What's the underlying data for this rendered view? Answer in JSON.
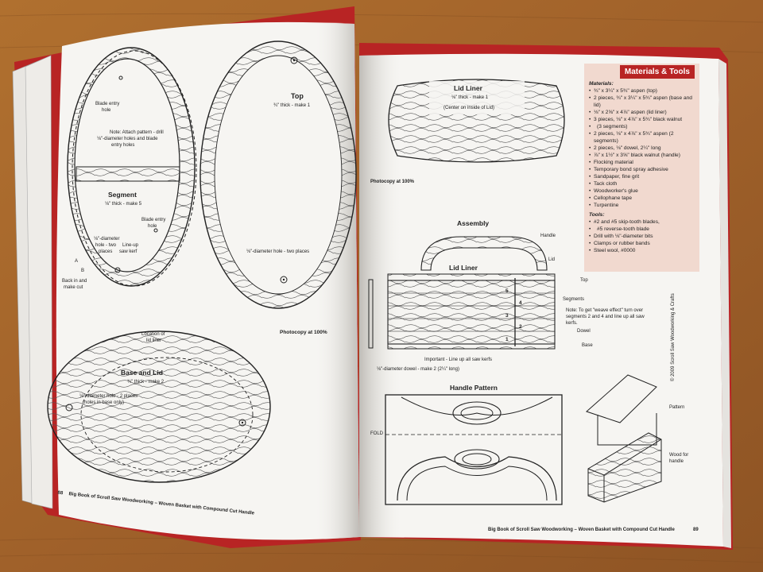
{
  "left_page": {
    "segment_notes": {
      "blade_entry_1": [
        "Blade entry",
        "hole"
      ],
      "note": [
        "Note: Attach pattern - drill",
        "⅛\"-diameter holes and blade",
        "entry holes"
      ],
      "title": "Segment",
      "sub": "⅛\" thick - make 5",
      "blade_entry_2": [
        "Blade entry",
        "hole"
      ],
      "hole_two": [
        "⅛\"-diameter",
        "hole - two",
        "places"
      ],
      "lineup": [
        "Line-up",
        "saw kerf"
      ],
      "back_in": [
        "Back in and",
        "make cut"
      ],
      "letter_a": "A",
      "letter_b": "B"
    },
    "top": {
      "title": "Top",
      "sub": "¾\" thick - make 1",
      "hole_note": "⅛\"-diameter hole - two places",
      "photocopy": "Photocopy at 100%"
    },
    "base": {
      "title": "Base and Lid",
      "sub": "¾\" thick - make 2",
      "location": [
        "Location of",
        "lid liner"
      ],
      "hole_note": [
        "⅛\"-diameter hole - 2 places",
        "(holes in base only)"
      ]
    },
    "footer": {
      "page": "88",
      "text": "Big Book of Scroll Saw Woodworking – Woven Basket with Compound Cut Handle"
    }
  },
  "right_page": {
    "lid_liner": {
      "title": "Lid Liner",
      "sub": "⅛\" thick - make 1",
      "note": "(Center on inside of Lid)",
      "photocopy": "Photocopy at 100%"
    },
    "materials": {
      "header_a": "Materials",
      "header_b": "&",
      "header_c": "Tools",
      "materials_title": "Materials:",
      "materials": [
        "¾\" x 3¼\" x 5¾\" aspen (top)",
        "2 pieces, ¾\" x 3¼\" x 5¾\" aspen (base and lid)",
        "⅛\" x 2⅝\" x 4⅞\" aspen (lid liner)",
        "3 pieces, ⅛\" x 4⅞\" x 5¾\" black walnut",
        "(3 segments)",
        "2 pieces, ⅛\" x 4⅞\" x 5¾\" aspen (2 segments)",
        "2 pieces, ⅛\" dowel, 2¼\" long",
        "⅞\" x 1½\" x 3⅝\" black walnut (handle)",
        "Flocking material",
        "Temporary bond spray adhesive",
        "Sandpaper, fine grit",
        "Tack cloth",
        "Woodworker's glue",
        "Cellophane tape",
        "Turpentine"
      ],
      "tools_title": "Tools:",
      "tools": [
        "#2 and #5 skip-tooth blades,",
        "#5 reverse-tooth blade",
        "Drill with ⅛\"-diameter bits",
        "Clamps or rubber bands",
        "Steel wool, #0000"
      ]
    },
    "assembly": {
      "title": "Assembly",
      "lid_liner": "Lid Liner",
      "handle": "Handle",
      "lid": "Lid",
      "top": "Top",
      "segments": "Segments",
      "note": [
        "Note: To get \"weave effect\" turn over",
        "segments 2 and 4 and line up all saw",
        "kerfs."
      ],
      "dowel": "Dowel",
      "base": "Base",
      "important": "Important - Line up all saw kerfs",
      "dowel_note": "⅛\"-diameter dowel - make 2 (2¼\" long)",
      "numbers": [
        "5",
        "4",
        "3",
        "2",
        "1"
      ]
    },
    "handle": {
      "title": "Handle Pattern",
      "fold": "FOLD",
      "pattern": "Pattern",
      "wood": [
        "Wood for",
        "handle"
      ]
    },
    "copyright": "© 2009 Scroll Saw Woodworking & Crafts",
    "footer": {
      "text": "Big Book of Scroll Saw Woodworking – Woven Basket with Compound Cut Handle",
      "page": "89"
    }
  }
}
